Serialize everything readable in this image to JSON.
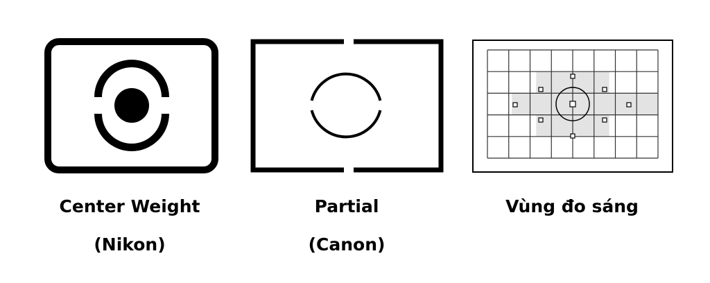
{
  "panels": [
    {
      "caption_line1": "Center Weight",
      "caption_line2": "(Nikon)"
    },
    {
      "caption_line1": "Partial",
      "caption_line2": "(Canon)"
    },
    {
      "caption_line1": "Vùng đo sáng",
      "caption_line2": ""
    }
  ],
  "colors": {
    "ink": "#000000",
    "grid_line": "#333333",
    "highlight": "#e3e3e3",
    "background": "#ffffff"
  }
}
